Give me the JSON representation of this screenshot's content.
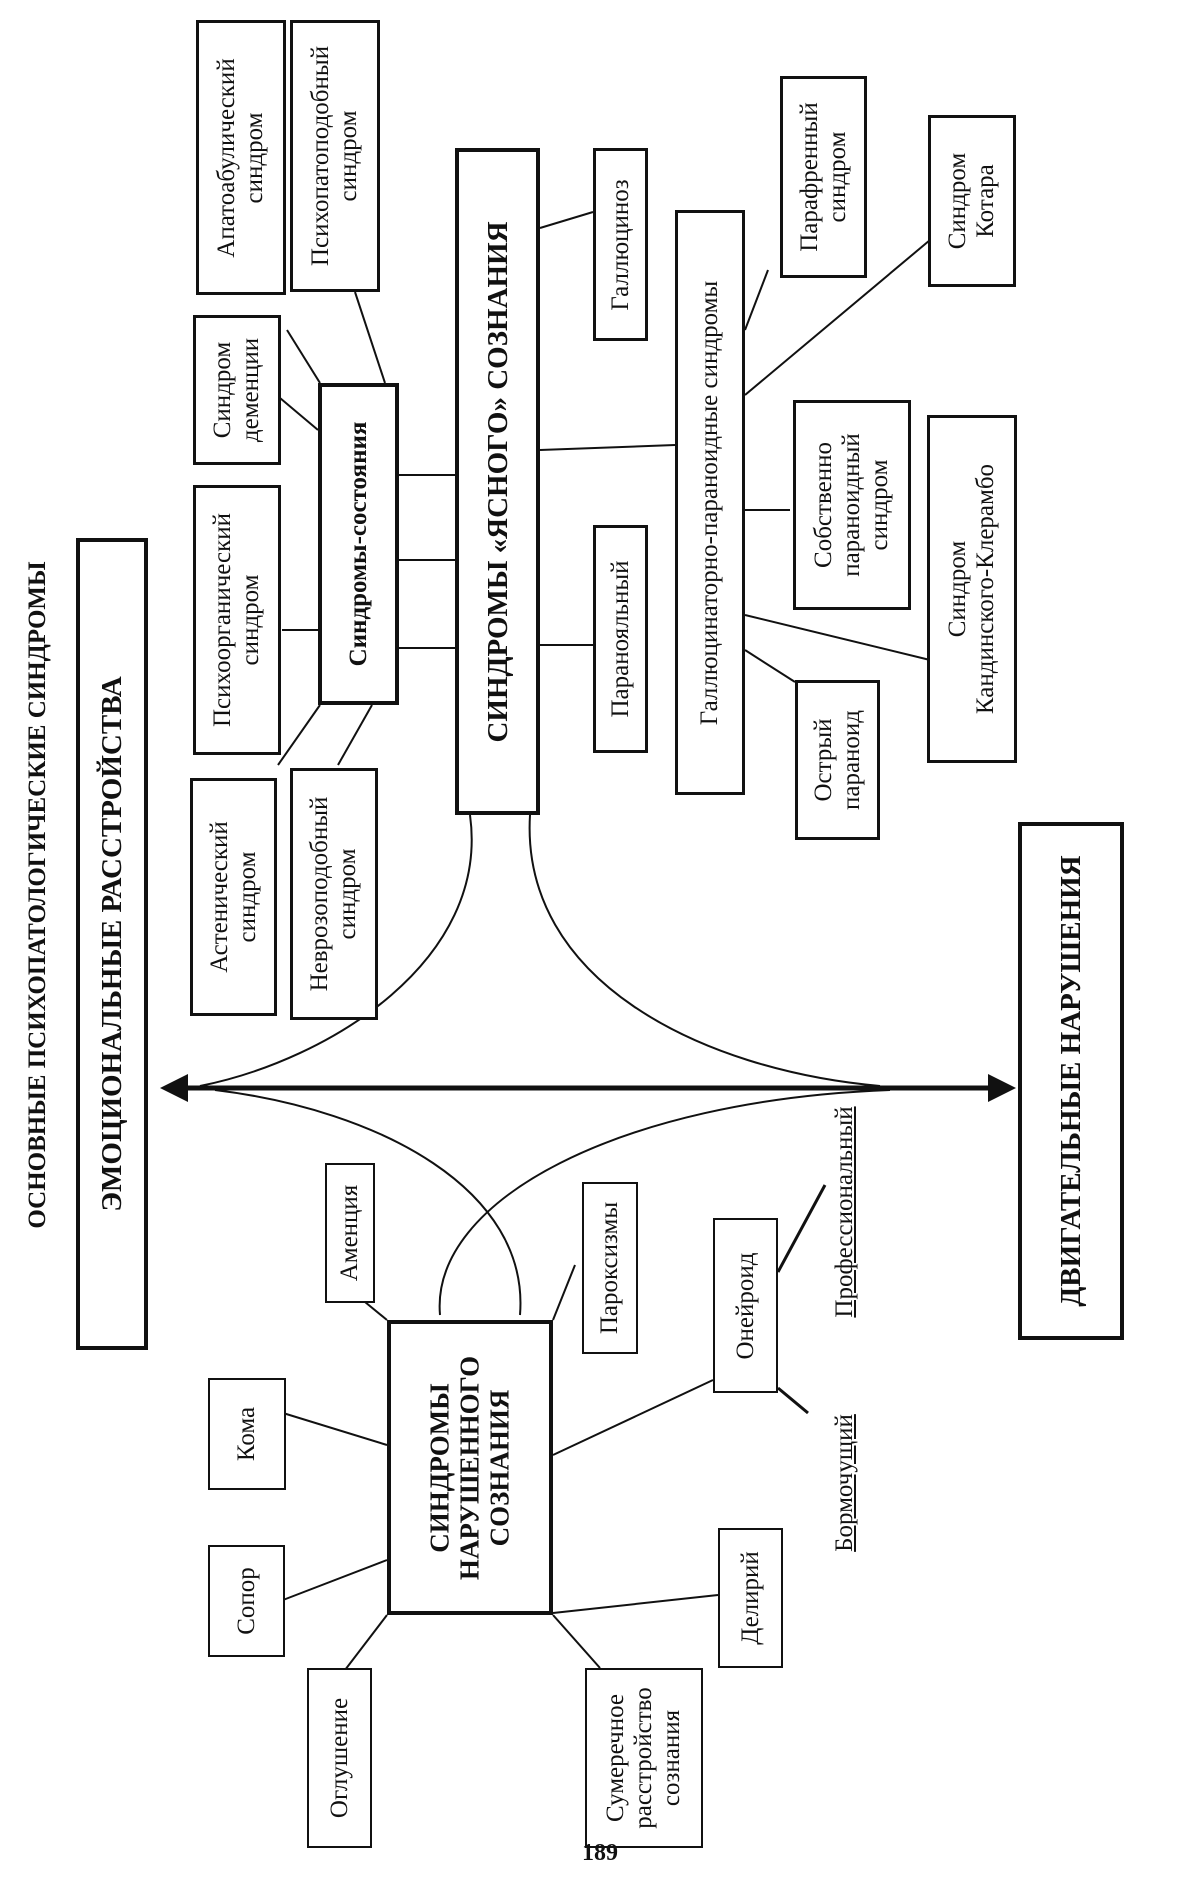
{
  "title": "ОСНОВНЫЕ ПСИХОПАТОЛОГИЧЕСКИЕ СИНДРОМЫ",
  "poles": {
    "emotional": "ЭМОЦИОНАЛЬНЫЕ РАССТРОЙСТВА",
    "motor": "ДВИГАТЕЛЬНЫЕ НАРУШЕНИЯ"
  },
  "states_hub": "Синдромы-состояния",
  "states_items": {
    "apatoabulic": [
      "Апатоабулический",
      "синдром"
    ],
    "psychopathic": [
      "Психопатоподобный",
      "синдром"
    ],
    "dementia": [
      "Синдром",
      "деменции"
    ],
    "psychoorganic": [
      "Психоорганический",
      "синдром"
    ],
    "asthenic": [
      "Астенический",
      "синдром"
    ],
    "neurosis": [
      "Неврозоподобный",
      "синдром"
    ]
  },
  "clear_hub": "СИНДРОМЫ «ЯСНОГО» СОЗНАНИЯ",
  "clear_items": {
    "hallucinosis": "Галлюциноз",
    "paranoial": "Паранояльный"
  },
  "hallucinatory_hub": "Галлюцинаторно-параноидные синдромы",
  "hallucinatory_items": {
    "paraphrenic": [
      "Парафренный",
      "синдром"
    ],
    "kotard": [
      "Синдром",
      "Котара"
    ],
    "paranoid_proper": [
      "Собственно",
      "параноидный",
      "синдром"
    ],
    "kandinsky": [
      "Синдром",
      "Кандинского-Клерамбо"
    ],
    "acute_paranoid": [
      "Острый",
      "параноид"
    ]
  },
  "impaired_hub": [
    "СИНДРОМЫ",
    "НАРУШЕННОГО",
    "СОЗНАНИЯ"
  ],
  "impaired_items": {
    "amentia": "Аменция",
    "paroxysms": "Пароксизмы",
    "coma": "Кома",
    "sopor": "Сопор",
    "stupor": "Оглушение",
    "twilight": [
      "Сумеречное",
      "расстройство",
      "сознания"
    ],
    "delirium": "Делирий",
    "oneiroid": "Онейроид",
    "professional": "Профессиональный",
    "muttering": "Бормочущий"
  },
  "page_number": "189"
}
